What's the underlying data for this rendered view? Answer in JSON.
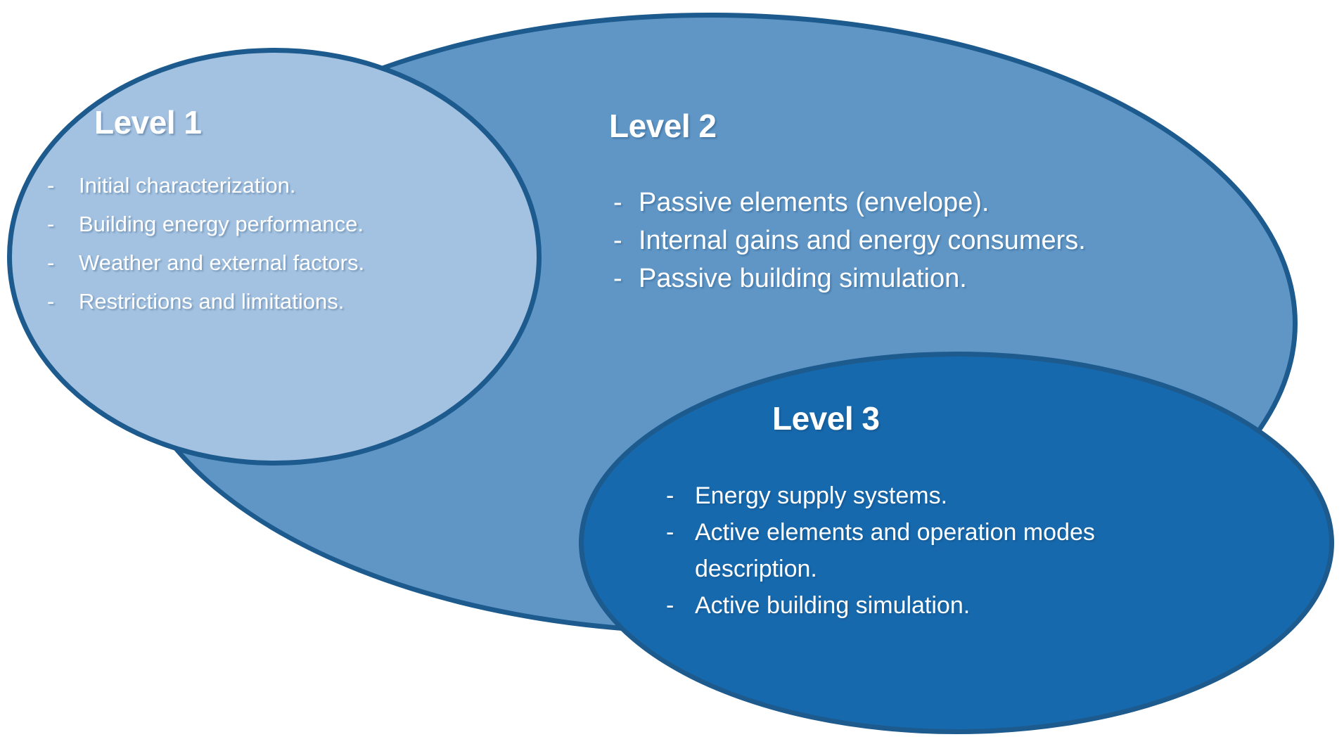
{
  "diagram": {
    "bullet": "-",
    "colors": {
      "background": "#ffffff",
      "outline": "#1d5a8d",
      "level1_fill": "#a3c1e0",
      "level2_fill": "#5f96c6",
      "level3_fill": "#1769ad",
      "text": "#ffffff"
    },
    "levels": [
      {
        "label": "Level 1",
        "items": [
          "Initial characterization.",
          "Building energy performance.",
          "Weather and external factors.",
          "Restrictions and limitations."
        ]
      },
      {
        "label": "Level 2",
        "items": [
          "Passive elements (envelope).",
          "Internal gains and energy consumers.",
          "Passive building simulation."
        ]
      },
      {
        "label": "Level 3",
        "items": [
          "Energy supply systems.",
          "Active elements and operation modes description.",
          "Active building simulation."
        ]
      }
    ]
  }
}
